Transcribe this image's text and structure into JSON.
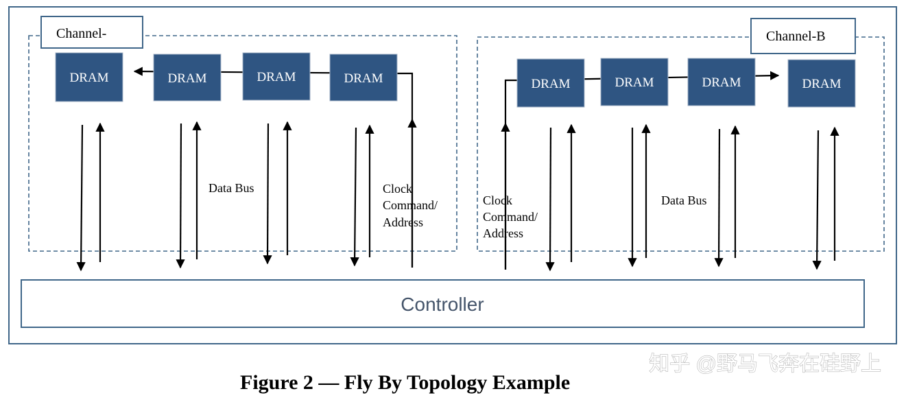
{
  "channels": [
    {
      "name": "Channel-",
      "dram_label": "DRAM",
      "data_bus_label": "Data Bus",
      "cca_lines": [
        "Clock",
        "Command/",
        "Address"
      ]
    },
    {
      "name": "Channel-B",
      "dram_label": "DRAM",
      "data_bus_label": "Data Bus",
      "cca_lines": [
        "Clock",
        "Command/",
        "Address"
      ]
    }
  ],
  "controller_label": "Controller",
  "caption": "Figure 2 — Fly By Topology Example",
  "watermark": "知乎 @野马飞奔在硅野上",
  "colors": {
    "dram_fill": "#2f5582",
    "frame_stroke": "#3f6689",
    "dashed_stroke": "#3f6689",
    "controller_text": "#44546a"
  }
}
